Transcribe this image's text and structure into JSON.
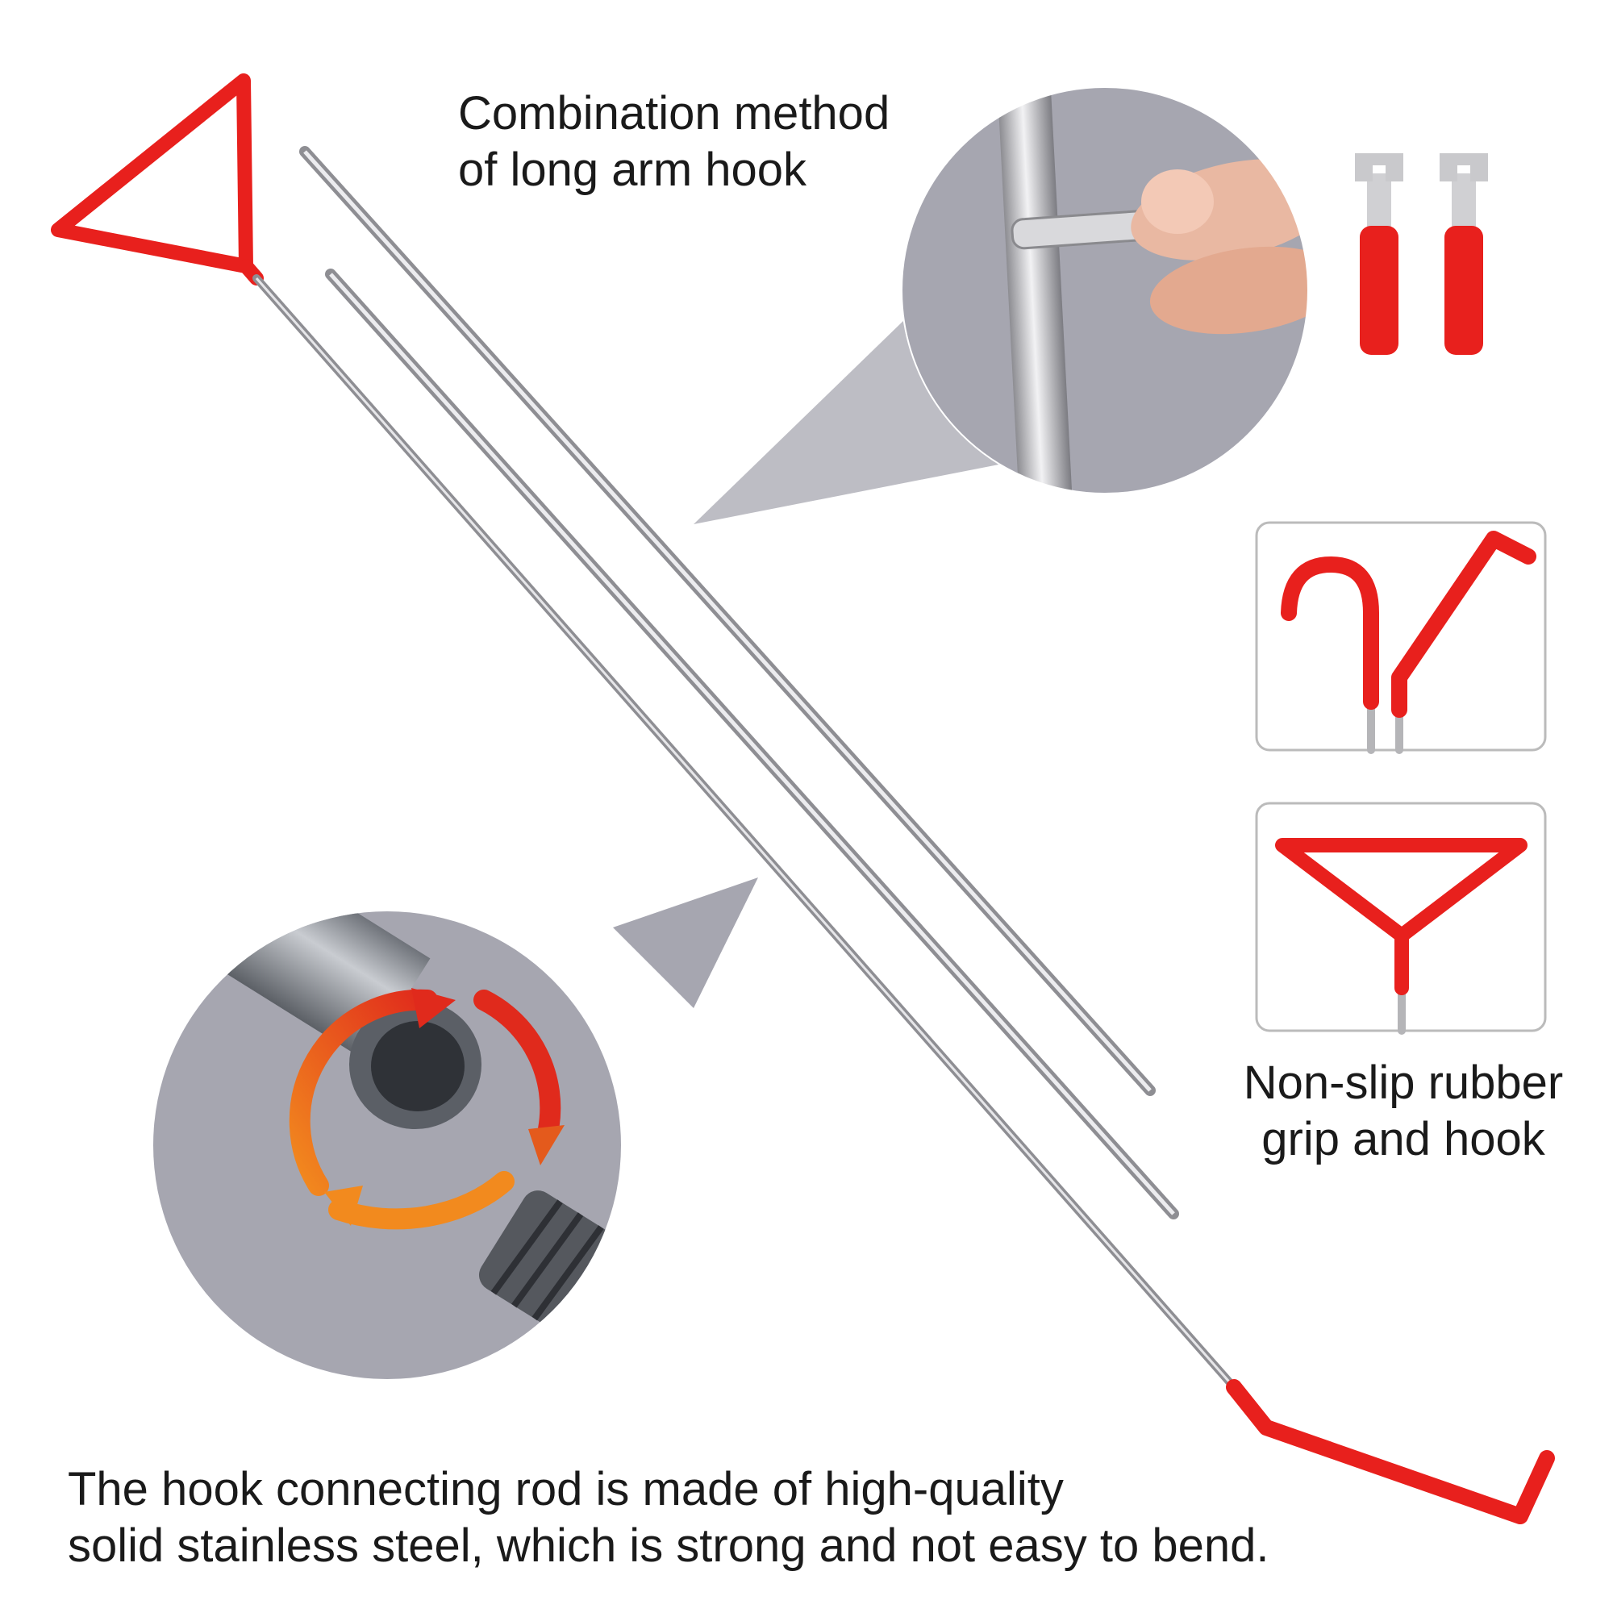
{
  "captions": {
    "combination": {
      "line1": "Combination method",
      "line2": "of long arm hook"
    },
    "grip": {
      "line1": "Non-slip rubber",
      "line2": "grip and hook"
    },
    "material": {
      "line1": "The hook connecting rod is made of high-quality",
      "line2": "solid stainless steel, which is strong and not easy to bend."
    }
  },
  "colors": {
    "background": "#ffffff",
    "rubber_red": "#e8201d",
    "steel": "#c9c9cc",
    "detail_circle": "#a6a6b0",
    "callout_bg": "#bdbdc4",
    "panel_border": "#bbbbbb",
    "arrow_red": "#e02a1c",
    "arrow_orange": "#f28a1e",
    "text": "#1a1a1a"
  },
  "icons": [
    "triangle-handle-icon",
    "long-hook-icon",
    "extension-rod-icon",
    "wrench-icon",
    "rotate-arrows-icon",
    "curved-hook-icon",
    "angled-hook-icon"
  ]
}
